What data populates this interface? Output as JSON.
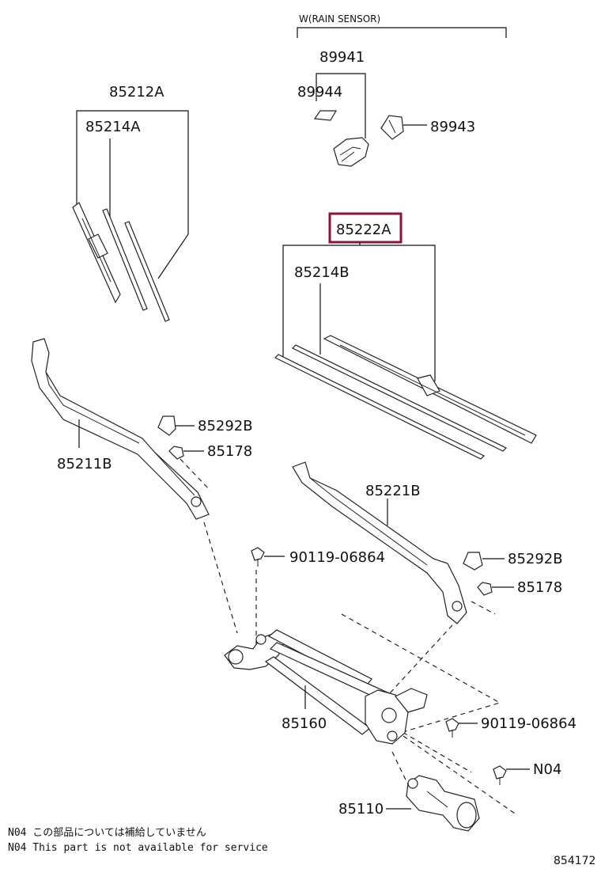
{
  "labels": {
    "rain_sensor": "W(RAIN SENSOR)",
    "p89941": "89941",
    "p89944": "89944",
    "p89943": "89943",
    "p85212A": "85212A",
    "p85214A": "85214A",
    "p85222A": "85222A",
    "p85214B": "85214B",
    "p85292B_left": "85292B",
    "p85178_left": "85178",
    "p85211B": "85211B",
    "p85221B": "85221B",
    "p90119_upper": "90119-06864",
    "p85292B_right": "85292B",
    "p85178_right": "85178",
    "p85160": "85160",
    "p90119_lower": "90119-06864",
    "pN04": "N04",
    "p85110": "85110"
  },
  "notes": {
    "jp": "N04 この部品については補給していません",
    "en": "N04 This part is not available for service"
  },
  "diagram_id": "854172",
  "highlight": {
    "color": "#8a1538",
    "target": "85222A"
  }
}
